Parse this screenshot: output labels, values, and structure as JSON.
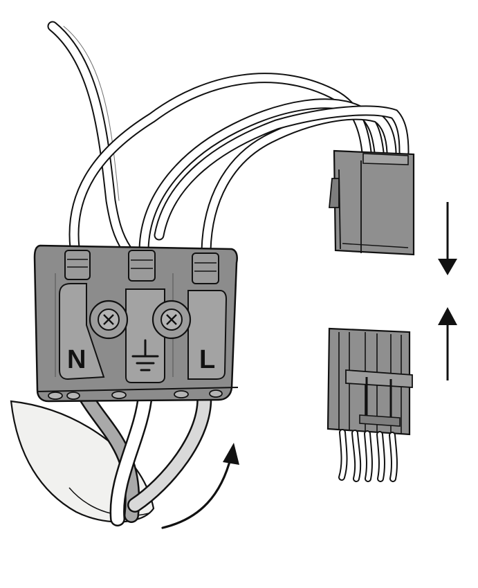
{
  "terminal_labels": {
    "neutral": "N",
    "live": "L"
  },
  "icons": {
    "earth": "earth-ground-symbol",
    "arrow_down": "arrow-down-icon",
    "arrow_up": "arrow-up-icon",
    "curved_arrow": "curved-arrow-icon"
  },
  "colors": {
    "terminal_block": "#8c8c8c",
    "connector_body": "#8f8f8f",
    "outline": "#111111",
    "wire_fill": "#ffffff",
    "sheath": "#f1f1ef"
  }
}
